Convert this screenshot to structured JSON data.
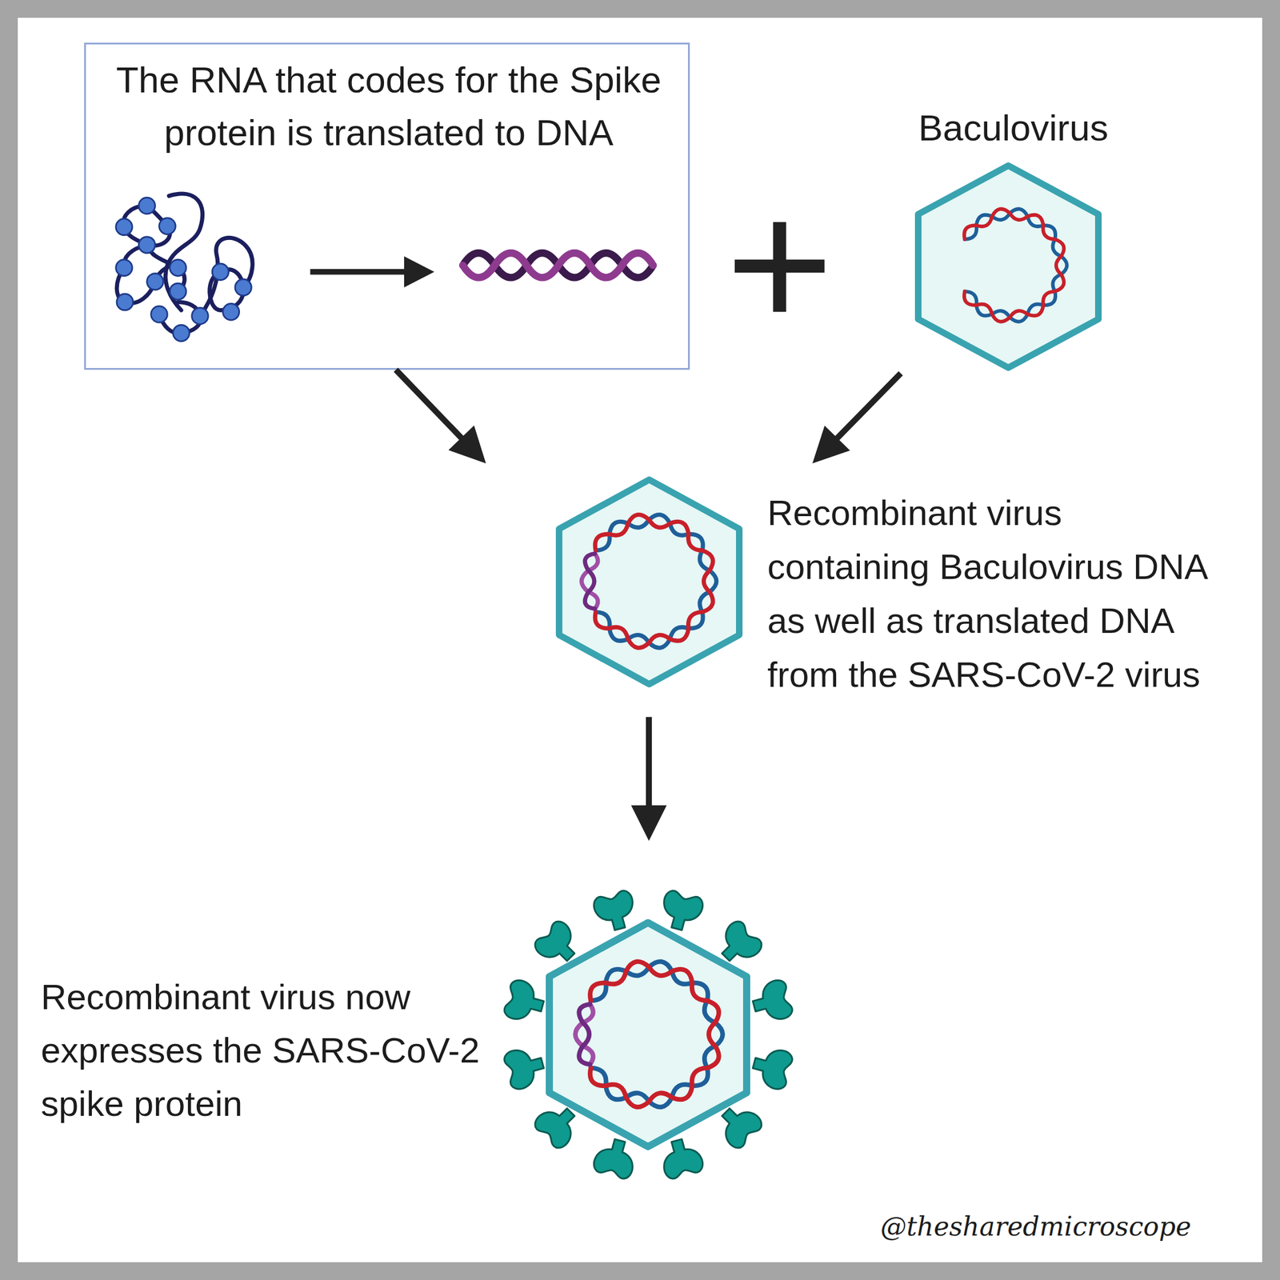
{
  "diagram": {
    "nodes": [
      {
        "text": [
          "The RNA that codes for the Spike protein is translated to DNA"
        ]
      },
      {
        "text": [
          "Baculovirus"
        ]
      },
      {
        "text": [
          "Recombinant virus containing Baculovirus DNA as well as translated DNA from the SARS-CoV-2 virus"
        ]
      },
      {
        "text": [
          "Recombinant virus now expresses the SARS-CoV-2 spike protein"
        ]
      }
    ],
    "edges": [
      {
        "from": 0,
        "to": 2,
        "arrow": "to"
      },
      {
        "from": 1,
        "to": 2,
        "arrow": "to"
      },
      {
        "from": 2,
        "to": 3,
        "arrow": "to"
      }
    ],
    "labels": [
      "@thesharedmicroscope"
    ]
  }
}
